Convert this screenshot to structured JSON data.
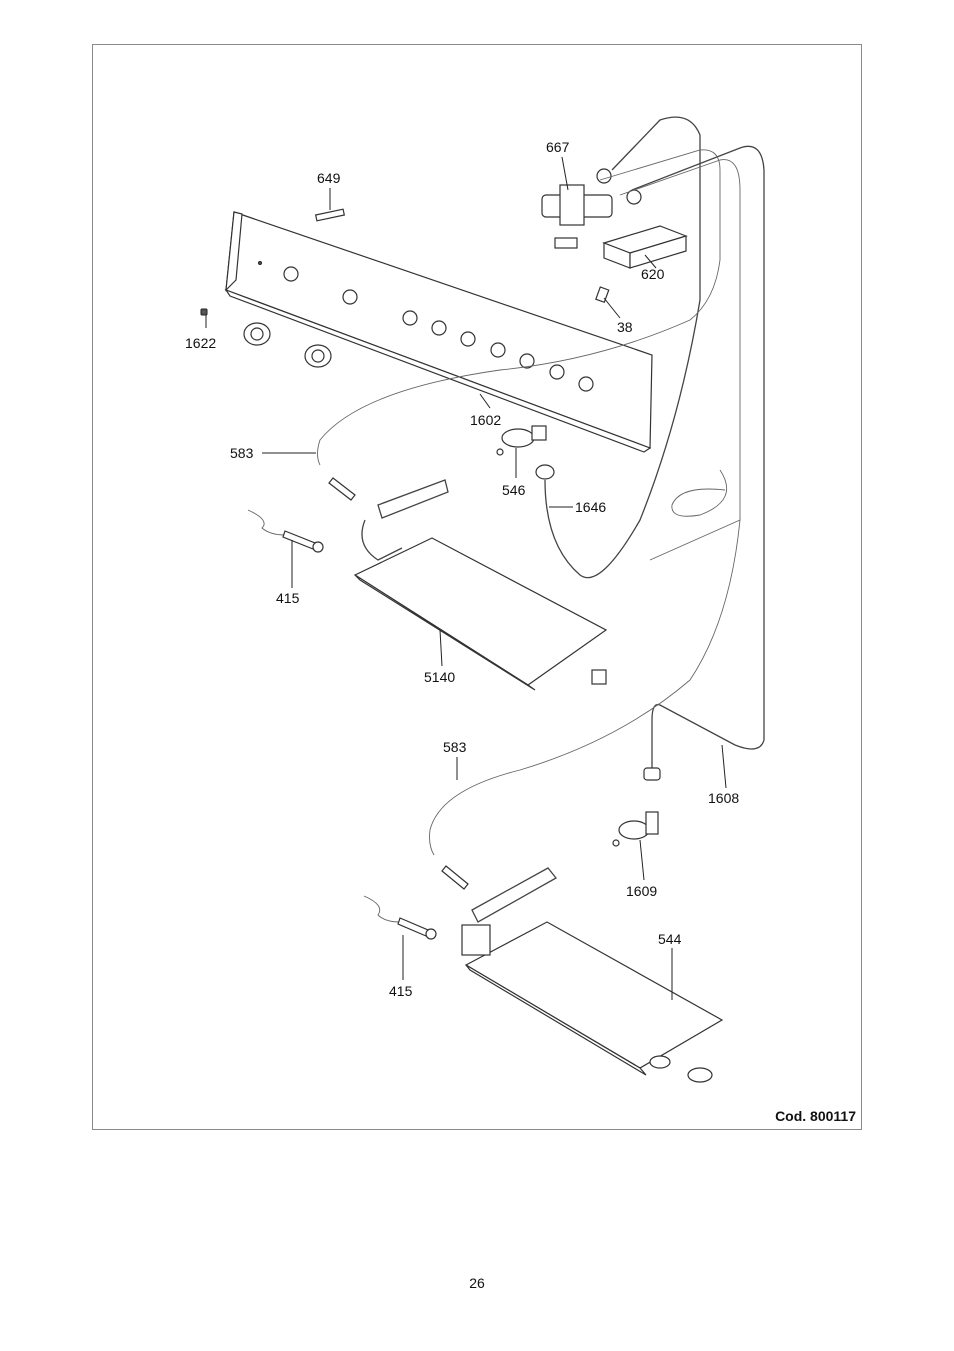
{
  "labels": {
    "l667": "667",
    "l649": "649",
    "l620": "620",
    "l38": "38",
    "l1622": "1622",
    "l1602": "1602",
    "l583a": "583",
    "l546": "546",
    "l1646": "1646",
    "l415a": "415",
    "l5140": "5140",
    "l583b": "583",
    "l1608": "1608",
    "l1609": "1609",
    "l544": "544",
    "l415b": "415"
  },
  "footer": {
    "code": "Cod. 800117",
    "page_number": "26"
  }
}
